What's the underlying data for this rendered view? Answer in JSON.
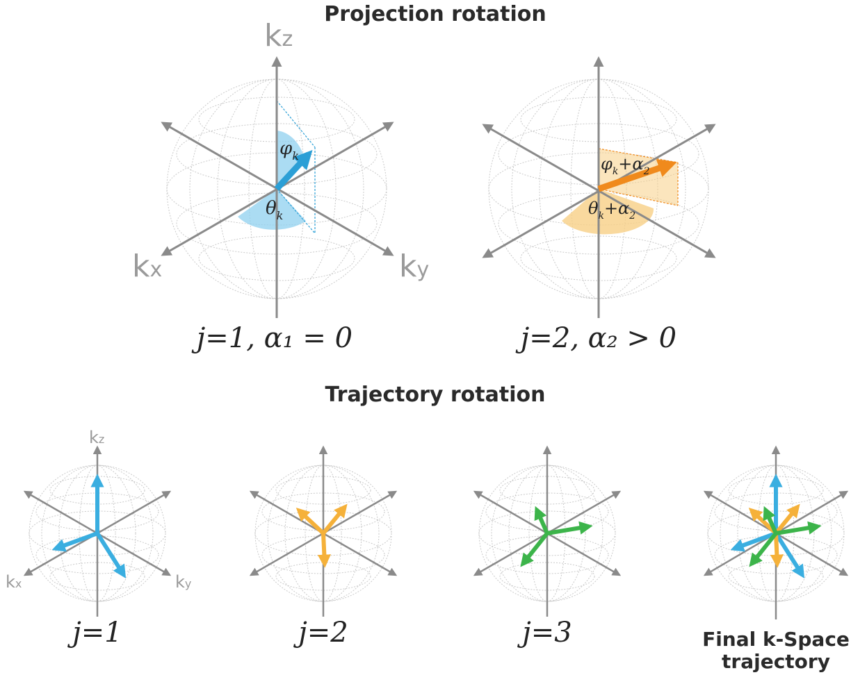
{
  "top_title": "Projection rotation",
  "bottom_title": "Trajectory rotation",
  "axis_labels": {
    "kz": "kZ",
    "kx": "kX",
    "ky": "kY"
  },
  "panels_top": [
    {
      "equation": "j=1, α₁ = 0",
      "phi_label": "φk",
      "theta_label": "θk",
      "color": "#2b9fd6",
      "fill": "#8fd0ef"
    },
    {
      "equation": "j=2, α₂ > 0",
      "phi_label": "φk+α2",
      "theta_label": "θk+α2",
      "color": "#f08a1c",
      "fill": "#f7cf86"
    }
  ],
  "panels_bottom": [
    {
      "label": "j=1",
      "color": "#3aaee0"
    },
    {
      "label": "j=2",
      "color": "#f5b13a"
    },
    {
      "label": "j=3",
      "color": "#3cb44a"
    },
    {
      "label_line1": "Final k-Space",
      "label_line2": "trajectory"
    }
  ],
  "colors": {
    "axis": "#8a8a8a",
    "grid": "#c9c9c9",
    "blue": "#3aaee0",
    "orange": "#f5b13a",
    "green": "#3cb44a"
  }
}
